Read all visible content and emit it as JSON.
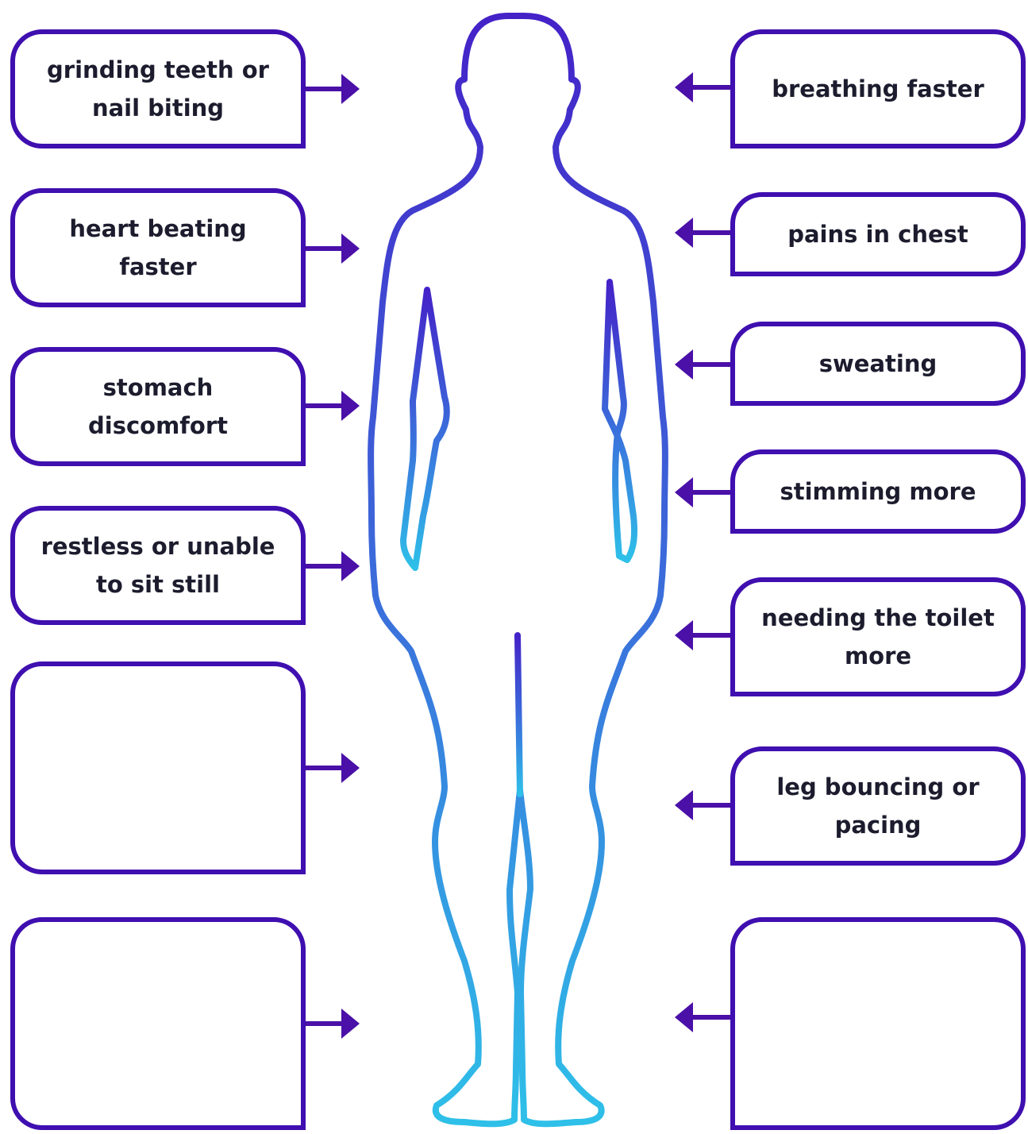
{
  "colors": {
    "box_border": "#3f0fb0",
    "arrow": "#4a10a8",
    "figure_gradient_top": "#4422c8",
    "figure_gradient_bottom": "#2ec0e8",
    "text": "#1c1c2e"
  },
  "left_boxes": [
    {
      "label": "grinding teeth or nail biting"
    },
    {
      "label": "heart beating faster"
    },
    {
      "label": "stomach discomfort"
    },
    {
      "label": "restless or unable to sit still"
    },
    {
      "label": ""
    },
    {
      "label": ""
    }
  ],
  "right_boxes": [
    {
      "label": "breathing faster"
    },
    {
      "label": "pains in chest"
    },
    {
      "label": "sweating"
    },
    {
      "label": "stimming more"
    },
    {
      "label": "needing the toilet more"
    },
    {
      "label": "leg bouncing or pacing"
    },
    {
      "label": ""
    }
  ]
}
